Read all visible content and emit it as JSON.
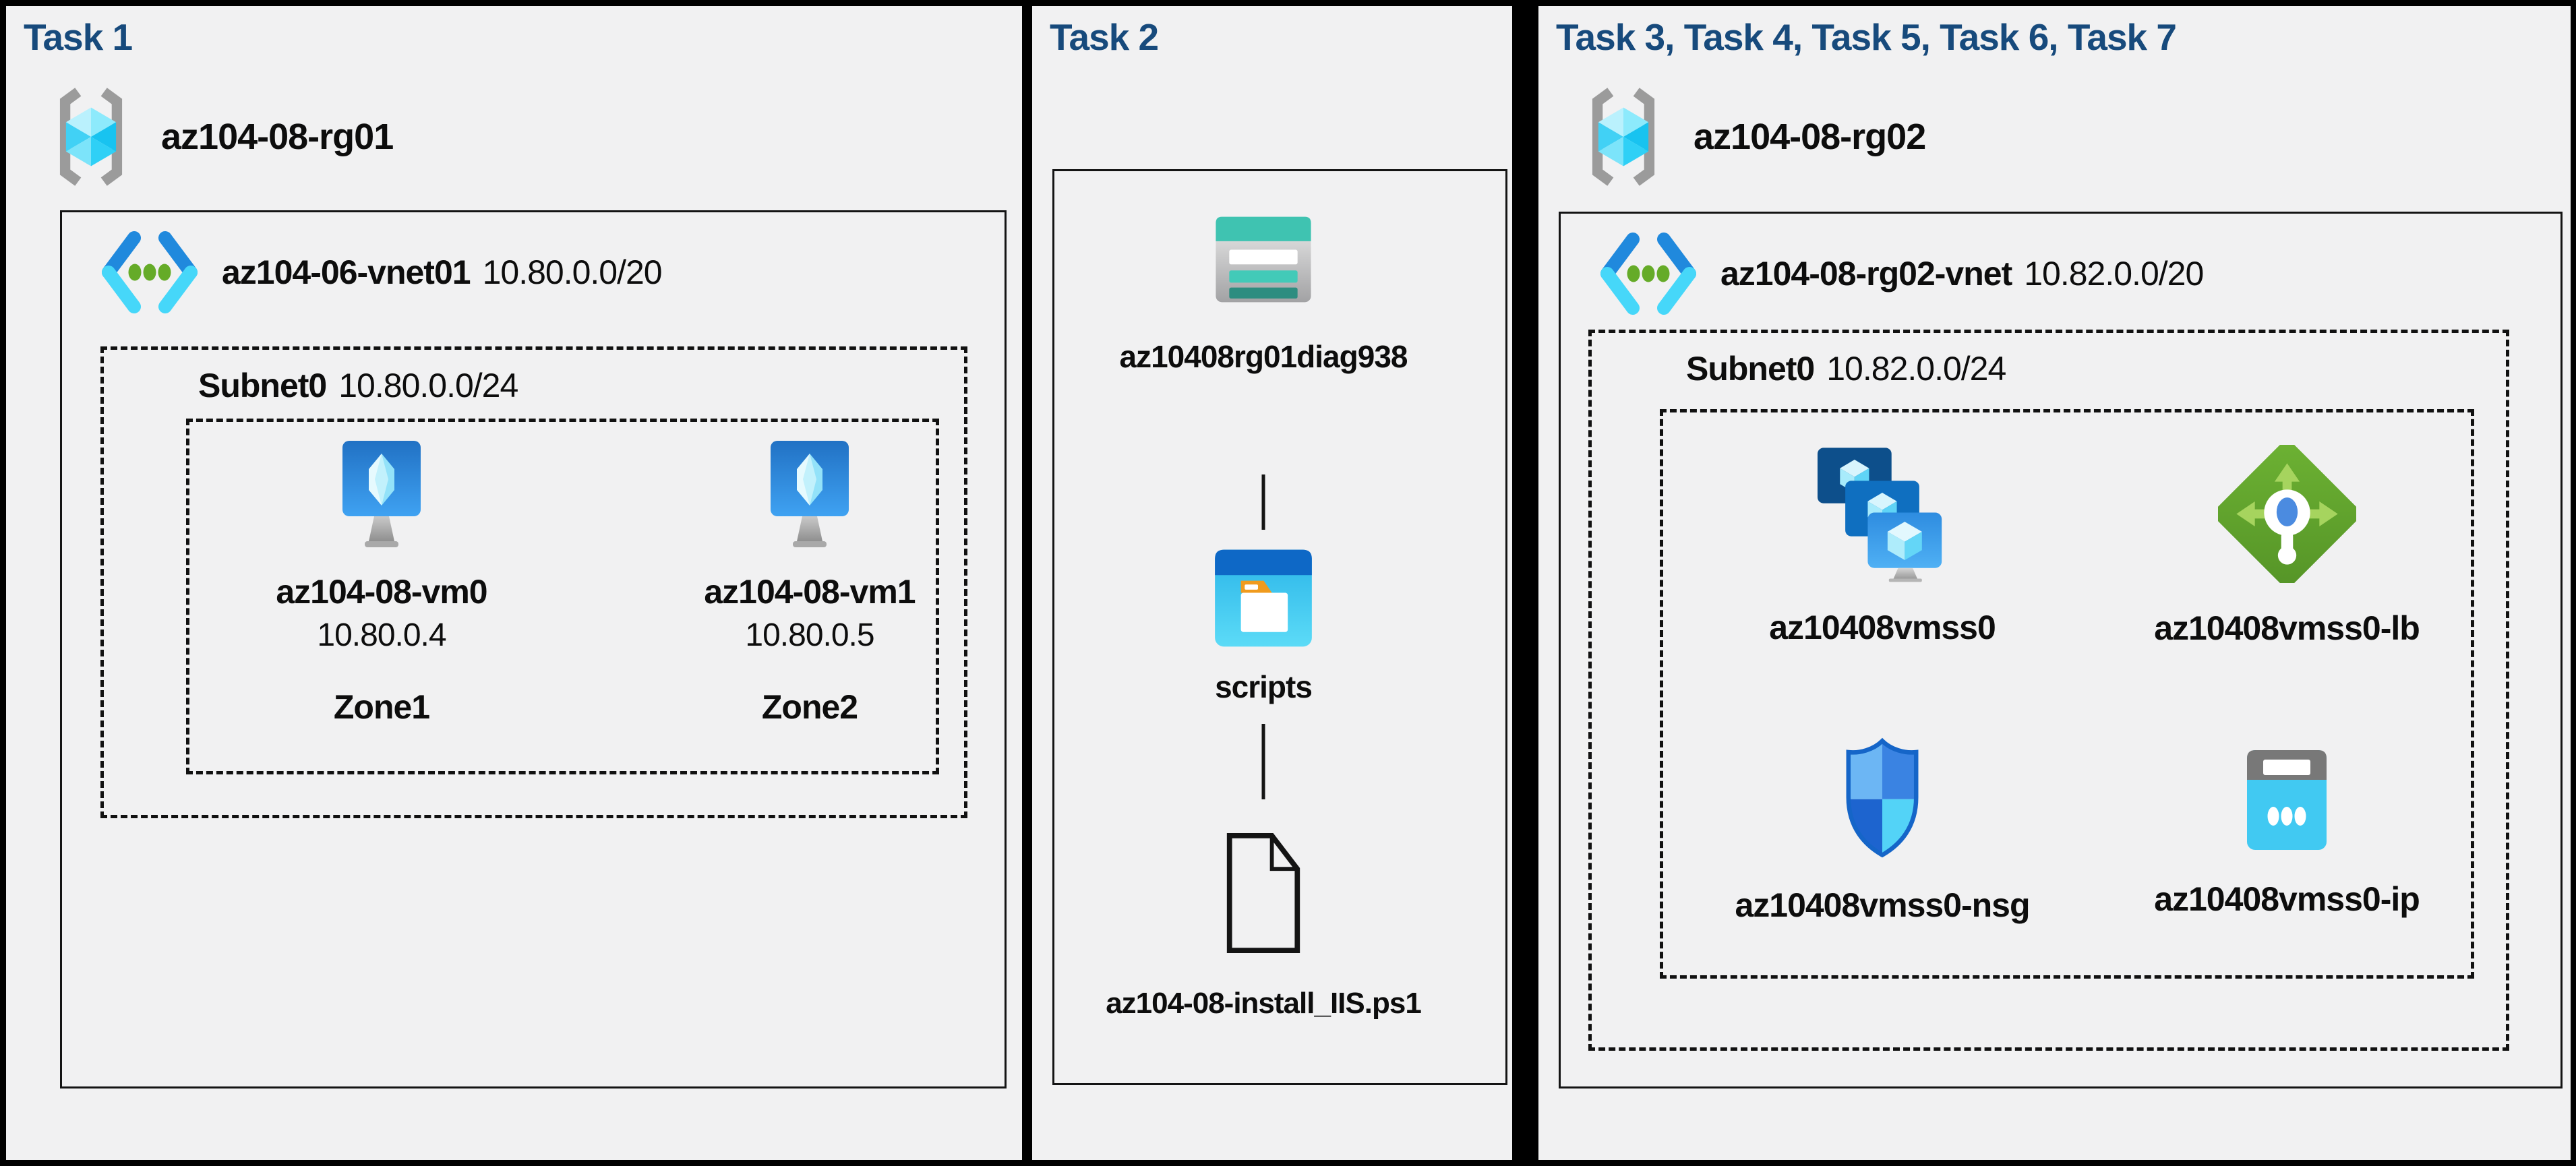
{
  "colors": {
    "background": "#000000",
    "panel_background": "#f1f1f2",
    "task_header": "#174a7c",
    "label_text": "#0d0d0d",
    "vnet_blue": "#2089dd",
    "vnet_cyan": "#46d7f9",
    "vnet_dot_green": "#65ab28",
    "lb_green": "#5a9e2f",
    "storage_teal": "#3fc3b1",
    "container_blue": "#0e68c6",
    "folder_orange": "#f09b1e"
  },
  "panels": [
    {
      "header": "Task 1",
      "resource_group": "az104-08-rg01",
      "vnet": {
        "name": "az104-06-vnet01",
        "cidr": "10.80.0.0/20"
      },
      "subnet": {
        "name": "Subnet0",
        "cidr": "10.80.0.0/24"
      },
      "vms": [
        {
          "name": "az104-08-vm0",
          "ip": "10.80.0.4",
          "zone": "Zone1",
          "icon": "vm-icon"
        },
        {
          "name": "az104-08-vm1",
          "ip": "10.80.0.5",
          "zone": "Zone2",
          "icon": "vm-icon"
        }
      ]
    },
    {
      "header": "Task 2",
      "storage_account": "az10408rg01diag938",
      "container": "scripts",
      "file": "az104-08-install_IIS.ps1"
    },
    {
      "header": "Task 3, Task 4, Task 5, Task 6, Task 7",
      "resource_group": "az104-08-rg02",
      "vnet": {
        "name": "az104-08-rg02-vnet",
        "cidr": "10.82.0.0/20"
      },
      "subnet": {
        "name": "Subnet0",
        "cidr": "10.82.0.0/24"
      },
      "resources": [
        {
          "name": "az10408vmss0",
          "icon": "vmss-icon"
        },
        {
          "name": "az10408vmss0-lb",
          "icon": "load-balancer-icon"
        },
        {
          "name": "az10408vmss0-nsg",
          "icon": "nsg-icon"
        },
        {
          "name": "az10408vmss0-ip",
          "icon": "public-ip-icon"
        }
      ]
    }
  ]
}
